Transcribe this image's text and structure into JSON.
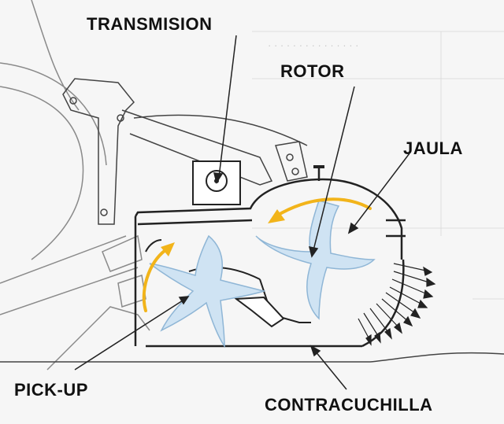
{
  "labels": {
    "transmision": "TRANSMISION",
    "rotor": "ROTOR",
    "jaula": "JAULA",
    "pickup": "PICK-UP",
    "contracuchilla": "CONTRACUCHILLA"
  },
  "colors": {
    "ink": "#222222",
    "light_line": "#9a9a9a",
    "blade_fill": "#cfe3f3",
    "blade_stroke": "#8fb6d6",
    "flow_arrow": "#f2b41a",
    "label_text": "#111111"
  }
}
